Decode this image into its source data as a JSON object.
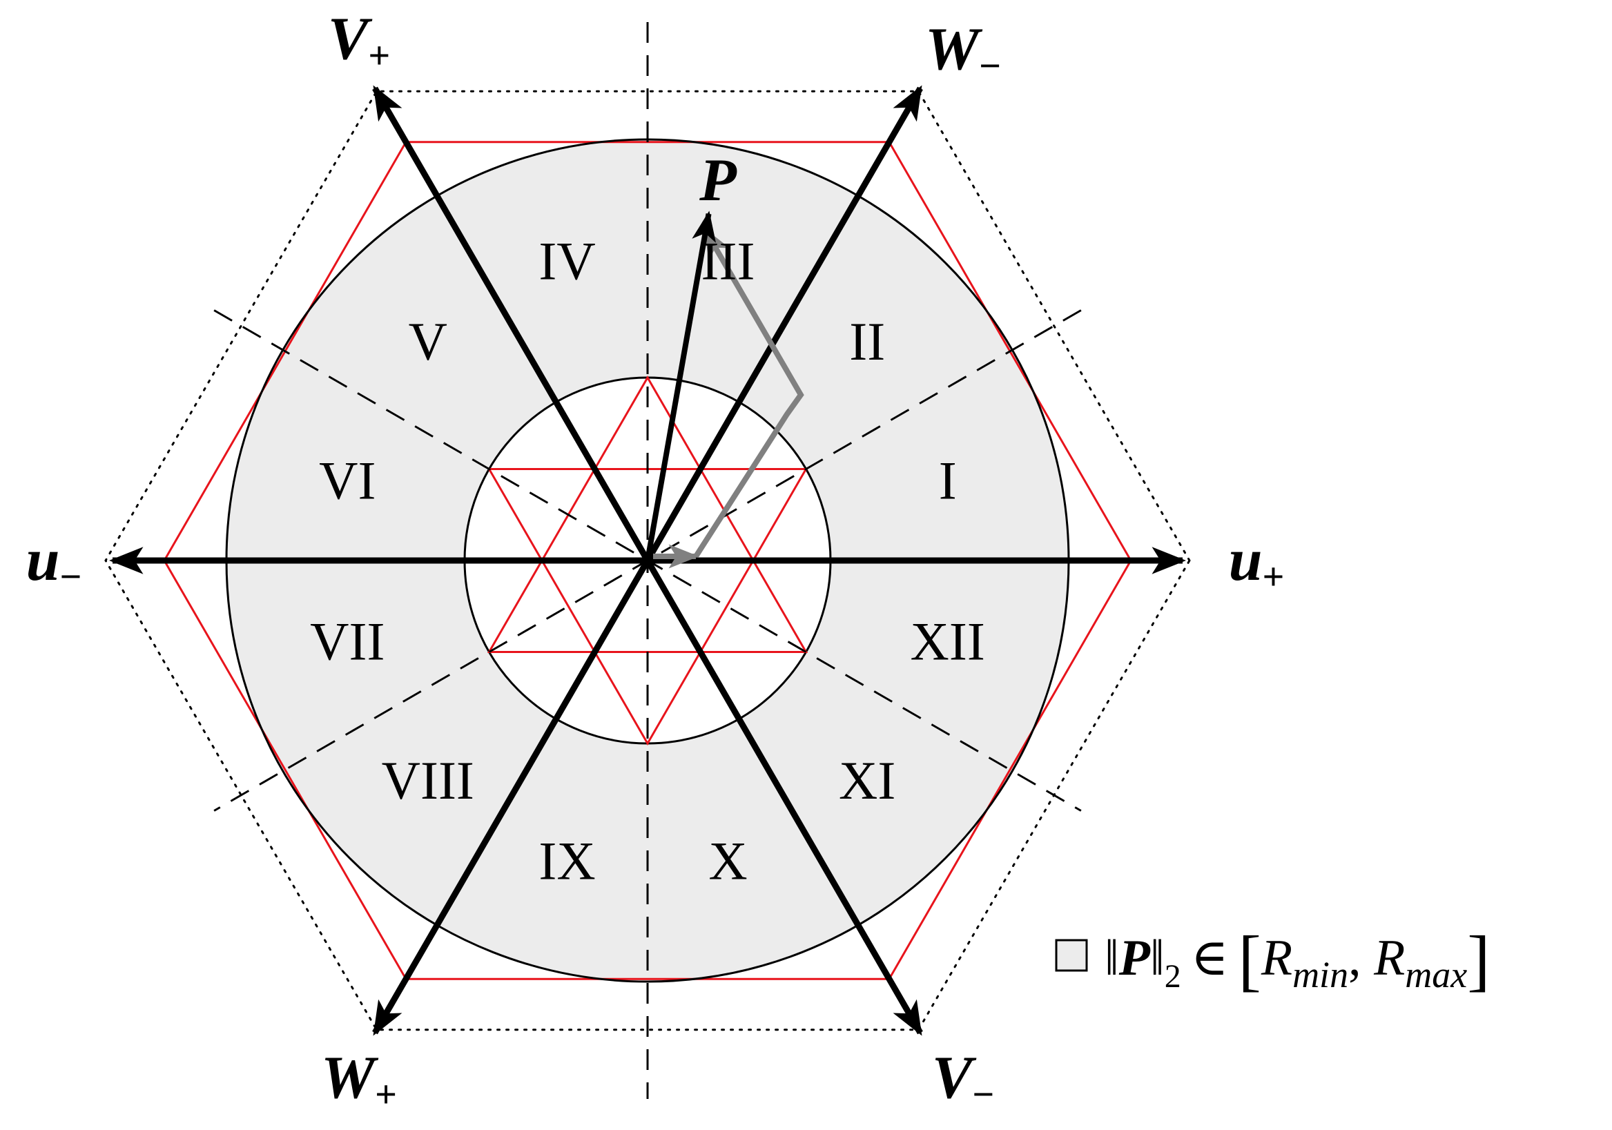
{
  "diagram": {
    "colors": {
      "annulus_fill": "#ececec",
      "red": "#e8141c",
      "gray_arrow": "#808080",
      "black": "#000000"
    },
    "vectors": [
      {
        "id": "u-plus",
        "name": "u",
        "sub": "+"
      },
      {
        "id": "w-minus",
        "name": "W",
        "sub": "−"
      },
      {
        "id": "v-plus",
        "name": "V",
        "sub": "+"
      },
      {
        "id": "u-minus",
        "name": "u",
        "sub": "−"
      },
      {
        "id": "w-plus",
        "name": "W",
        "sub": "+"
      },
      {
        "id": "v-minus",
        "name": "V",
        "sub": "−"
      }
    ],
    "p_label": "P",
    "sectors": [
      "I",
      "II",
      "III",
      "IV",
      "V",
      "VI",
      "VII",
      "VIII",
      "IX",
      "X",
      "XI",
      "XII"
    ],
    "legend": {
      "norm_symbol": "P",
      "norm_sub": "2",
      "relation": "∈",
      "r_min": "R",
      "r_min_sub": "min",
      "r_max": "R",
      "r_max_sub": "max"
    }
  }
}
